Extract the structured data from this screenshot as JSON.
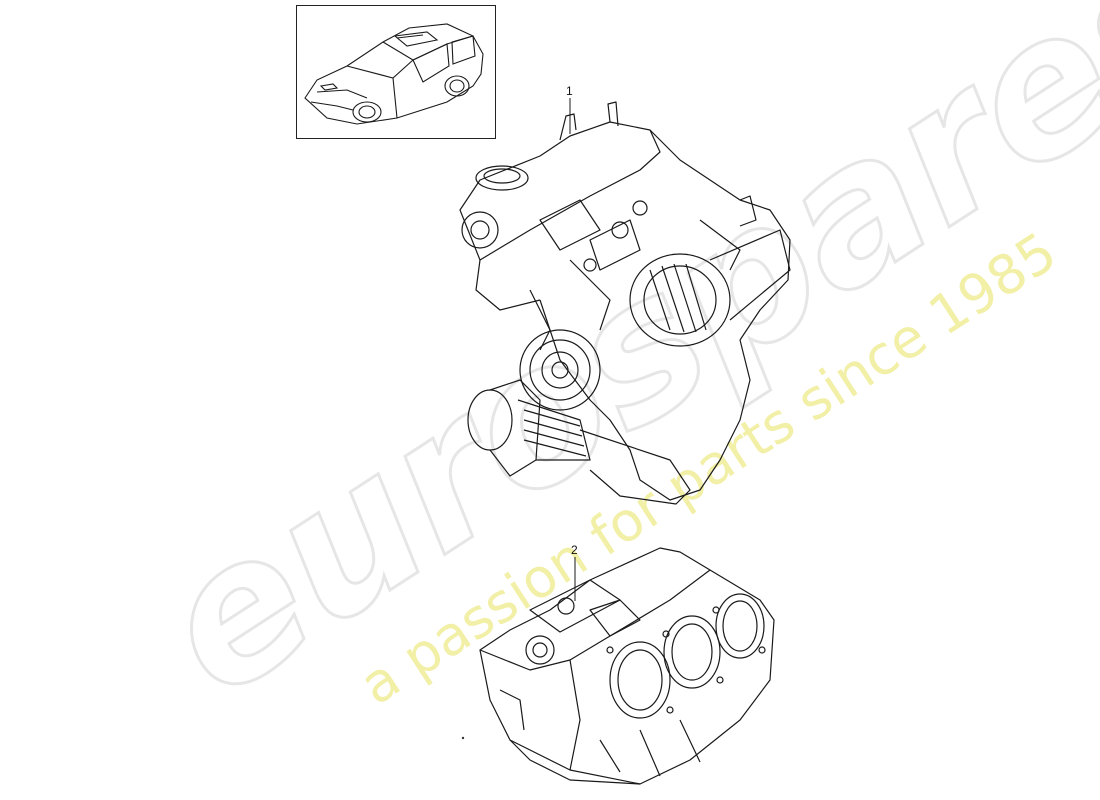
{
  "callouts": {
    "item1": "1",
    "item2": "2"
  },
  "watermark": {
    "brand": "eurospares",
    "tagline": "a passion for parts since 1985"
  },
  "colors": {
    "line": "#1a1a1a",
    "watermark_grey": "#ebebeb",
    "watermark_yellow": "#f3f0a8"
  },
  "icons": {
    "thumbnail": "suv-car-icon",
    "item1": "complete-engine-illustration",
    "item2": "short-block-illustration"
  }
}
